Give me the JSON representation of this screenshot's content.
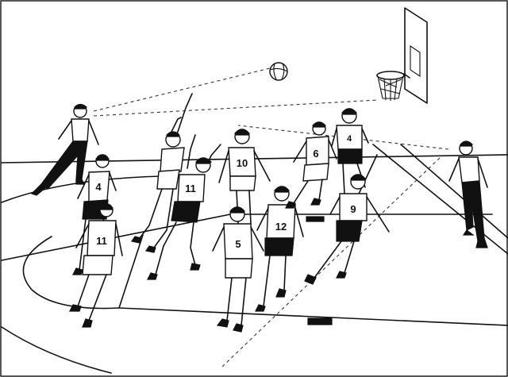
{
  "illustration": {
    "players": [
      {
        "id": "left-back",
        "number": "4"
      },
      {
        "id": "left-front",
        "number": "11"
      },
      {
        "id": "jumper",
        "number": "11"
      },
      {
        "id": "center-ten",
        "number": "10"
      },
      {
        "id": "center-five",
        "number": "5"
      },
      {
        "id": "twelve",
        "number": "12"
      },
      {
        "id": "six",
        "number": "6"
      },
      {
        "id": "nine",
        "number": "9"
      },
      {
        "id": "far-right",
        "number": "4"
      }
    ]
  }
}
